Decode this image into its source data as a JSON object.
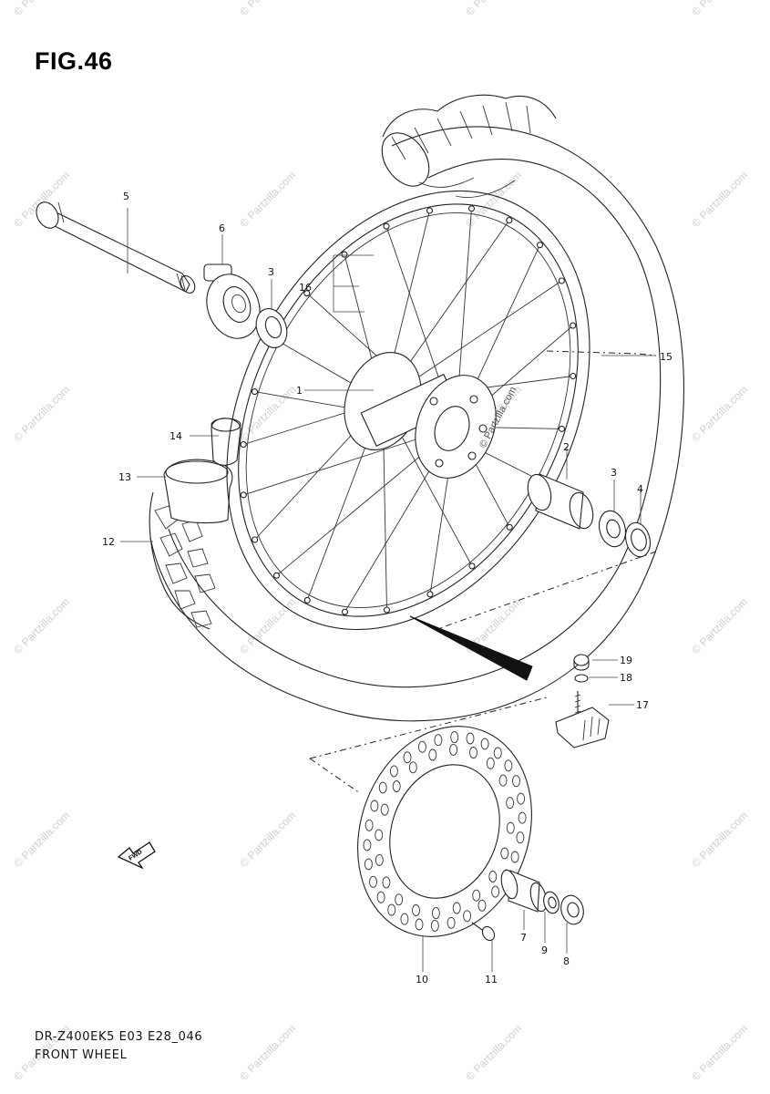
{
  "figure": {
    "title": "FIG.46",
    "model_code": "DR-Z400EK5 E03 E28_046",
    "caption": "FRONT WHEEL"
  },
  "watermark": "© Partzilla.com",
  "hub_watermark": "© Partzilla.com",
  "fwd_label": "FWD",
  "callouts": [
    {
      "id": "c1",
      "label": "1"
    },
    {
      "id": "c2",
      "label": "2"
    },
    {
      "id": "c3a",
      "label": "3"
    },
    {
      "id": "c3b",
      "label": "3"
    },
    {
      "id": "c4",
      "label": "4"
    },
    {
      "id": "c5",
      "label": "5"
    },
    {
      "id": "c6",
      "label": "6"
    },
    {
      "id": "c7",
      "label": "7"
    },
    {
      "id": "c8",
      "label": "8"
    },
    {
      "id": "c9",
      "label": "9"
    },
    {
      "id": "c10",
      "label": "10"
    },
    {
      "id": "c11",
      "label": "11"
    },
    {
      "id": "c12",
      "label": "12"
    },
    {
      "id": "c13",
      "label": "13"
    },
    {
      "id": "c14",
      "label": "14"
    },
    {
      "id": "c15",
      "label": "15"
    },
    {
      "id": "c16",
      "label": "16"
    },
    {
      "id": "c17",
      "label": "17"
    },
    {
      "id": "c18",
      "label": "18"
    },
    {
      "id": "c19",
      "label": "19"
    }
  ]
}
